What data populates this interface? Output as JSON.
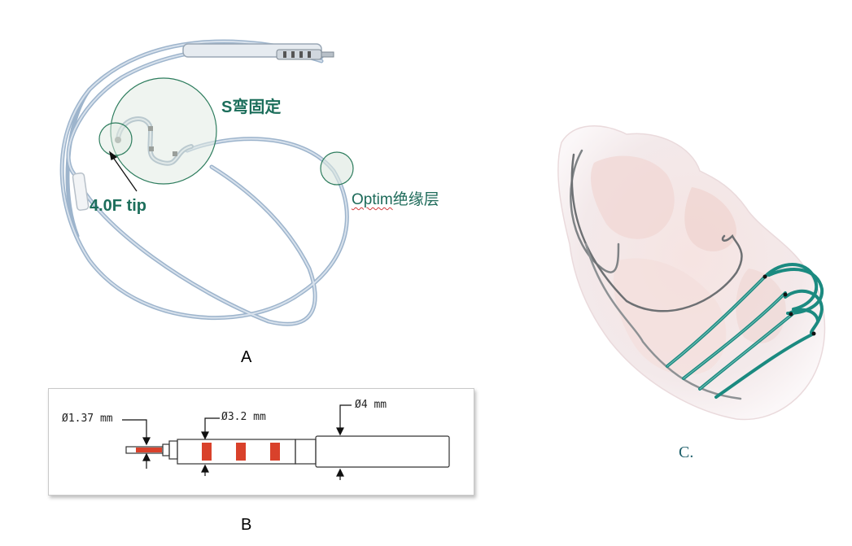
{
  "panel_a": {
    "label": "A",
    "callout_s_curve": "S弯固定",
    "callout_tip": "4.0F tip",
    "callout_insulation_word": "Optim",
    "callout_insulation_rest": "绝缘层"
  },
  "panel_b": {
    "label": "B",
    "dim_tip": "Ø1.37 mm",
    "dim_ring": "Ø3.2 mm",
    "dim_body": "Ø4 mm"
  },
  "panel_c": {
    "label": "C."
  },
  "colors": {
    "lead_blue": "#8fa8c4",
    "callout_green": "#1c6e5b",
    "electrode_red": "#d9412b",
    "teal_lead": "#1b8a80"
  }
}
